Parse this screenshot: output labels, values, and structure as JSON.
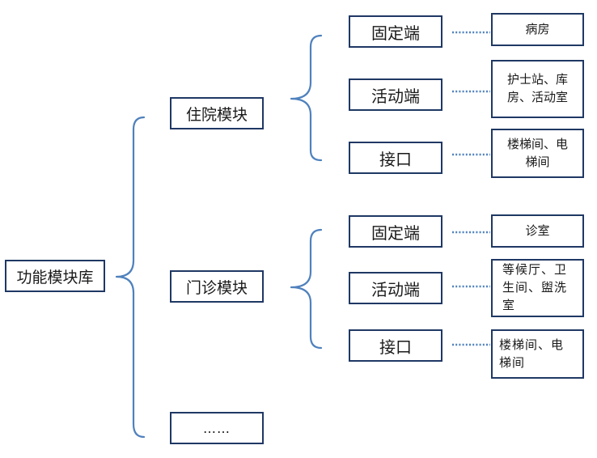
{
  "root": {
    "label": "功能模块库"
  },
  "modules": [
    {
      "label": "住院模块",
      "subs": [
        {
          "label": "固定端",
          "leaf": "病房"
        },
        {
          "label": "活动端",
          "leaf": "护士站、库房、活动室"
        },
        {
          "label": "接口",
          "leaf": "楼梯间、电梯间"
        }
      ]
    },
    {
      "label": "门诊模块",
      "subs": [
        {
          "label": "固定端",
          "leaf": "诊室"
        },
        {
          "label": "活动端",
          "leaf": "等候厅、卫生间、盥洗室"
        },
        {
          "label": "接口",
          "leaf": "楼梯间、电梯间"
        }
      ]
    },
    {
      "label": "……"
    }
  ]
}
